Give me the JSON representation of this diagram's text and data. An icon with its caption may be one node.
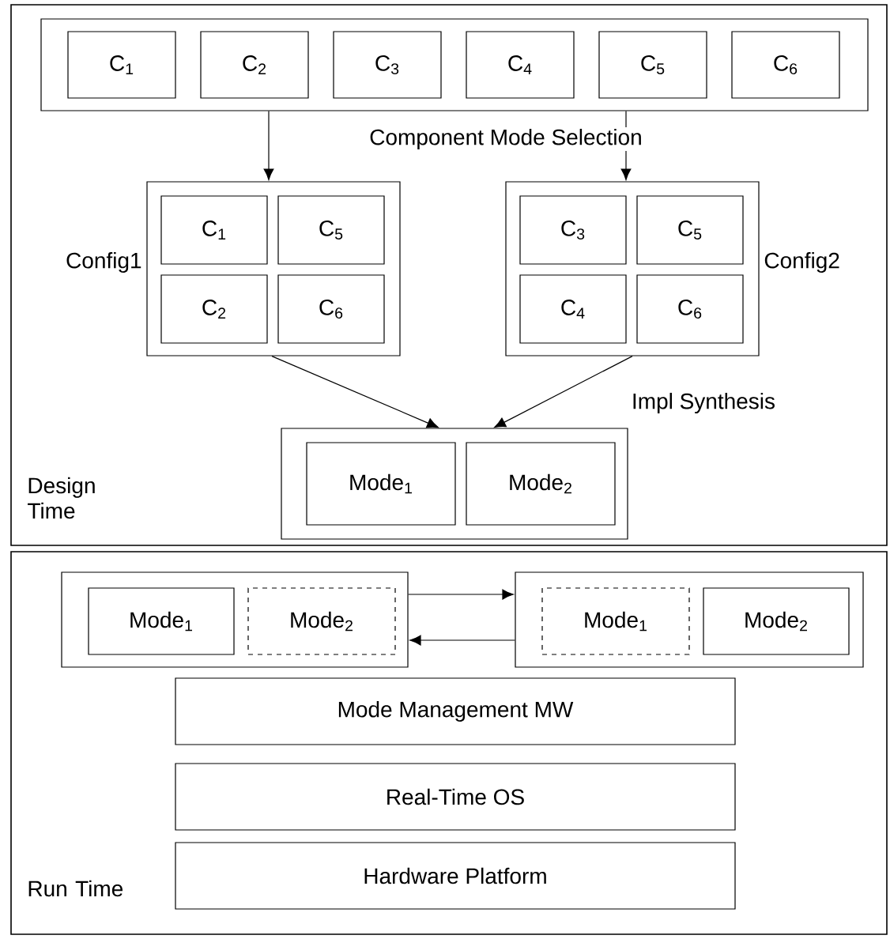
{
  "diagram": {
    "nodes": [
      {
        "text": [
          "Design Time"
        ]
      },
      {
        "text": [],
        "shape": "box",
        "in": 0
      },
      {
        "text": [
          "C$_{1}$"
        ],
        "in": 1
      },
      {
        "text": [
          "C$_{2}$"
        ],
        "in": 1
      },
      {
        "text": [
          "C$_{3}$"
        ],
        "in": 1
      },
      {
        "text": [
          "C$_{4}$"
        ],
        "in": 1
      },
      {
        "text": [
          "C$_{5}$"
        ],
        "in": 1
      },
      {
        "text": [
          "C$_{6}$"
        ],
        "in": 1
      },
      {
        "text": [
          "Config1"
        ],
        "in": 0
      },
      {
        "text": [
          "C$_{1}$"
        ],
        "in": 8
      },
      {
        "text": [
          "C$_{5}$"
        ],
        "in": 8
      },
      {
        "text": [
          "C$_{2}$"
        ],
        "in": 8
      },
      {
        "text": [
          "C$_{6}$"
        ],
        "in": 8
      },
      {
        "text": [
          "Config2"
        ],
        "in": 0
      },
      {
        "text": [
          "C$_{3}$"
        ],
        "in": 13
      },
      {
        "text": [
          "C$_{5}$"
        ],
        "in": 13
      },
      {
        "text": [
          "C$_{4}$"
        ],
        "in": 13
      },
      {
        "text": [
          "C$_{6}$"
        ],
        "in": 13
      },
      {
        "text": [],
        "shape": "box",
        "in": 0
      },
      {
        "text": [
          "Mode$_{1}$"
        ],
        "in": 18
      },
      {
        "text": [
          "Mode$_{2}$"
        ],
        "in": 18
      },
      {
        "text": [
          "Run Time"
        ]
      },
      {
        "text": [],
        "shape": "box",
        "in": 21
      },
      {
        "text": [
          "Mode$_{1}$"
        ],
        "in": 22
      },
      {
        "text": [
          "Mode$_{2}$"
        ],
        "in": 22
      },
      {
        "text": [],
        "shape": "box",
        "in": 21
      },
      {
        "text": [
          "Mode$_{1}$"
        ],
        "in": 25
      },
      {
        "text": [
          "Mode$_{2}$"
        ],
        "in": 25
      },
      {
        "text": [
          "Mode Management MW"
        ],
        "in": 21
      },
      {
        "text": [
          "Real-Time OS"
        ],
        "in": 21
      },
      {
        "text": [
          "Hardware Platform"
        ],
        "in": 21
      }
    ],
    "edges": [
      {
        "from": 1,
        "to": 8,
        "arrow": "to"
      },
      {
        "from": 1,
        "to": 13,
        "arrow": "to"
      },
      {
        "from": 8,
        "to": 18,
        "arrow": "to"
      },
      {
        "from": 13,
        "to": 18,
        "arrow": "to"
      },
      {
        "from": 22,
        "to": 25,
        "arrow": "to"
      },
      {
        "from": 25,
        "to": 22,
        "arrow": "to"
      }
    ],
    "labels": [
      "Component Mode Selection",
      "Impl Synthesis"
    ]
  }
}
